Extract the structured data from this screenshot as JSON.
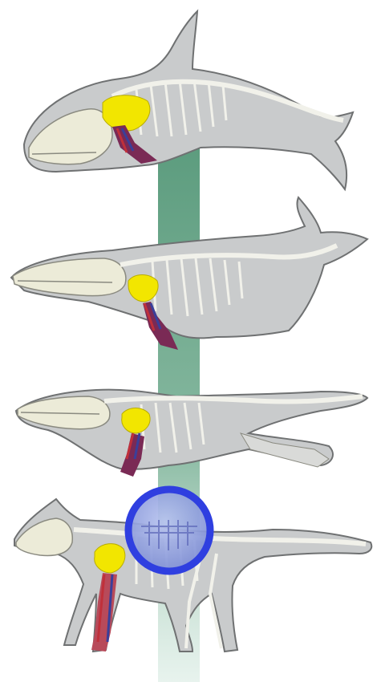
{
  "figure": {
    "background": "#ffffff",
    "timeline_color": "#5c9c7e",
    "body_fill": "#c9cbcc",
    "body_stroke": "#6f7172",
    "skeleton_color": "#f1f1ea",
    "skull_color": "#ecebd8",
    "scapula_color": "#f2e600",
    "artery_color": "#c0303a",
    "vein_color": "#3a3f9a",
    "flipper_color": "#7a2a55",
    "highlight_ring_color": "#2f3fe0",
    "highlight_fill_color": "#8f9fe0"
  },
  "stages": [
    {
      "id": "stage-1",
      "animal": "toothed-whale",
      "order": 1
    },
    {
      "id": "stage-2",
      "animal": "baleen-whale",
      "order": 2
    },
    {
      "id": "stage-3",
      "animal": "early-whale",
      "order": 3
    },
    {
      "id": "stage-4",
      "animal": "land-ancestor",
      "order": 4
    }
  ],
  "highlight": {
    "target": "land-ancestor-ribcage",
    "shape": "circle"
  }
}
